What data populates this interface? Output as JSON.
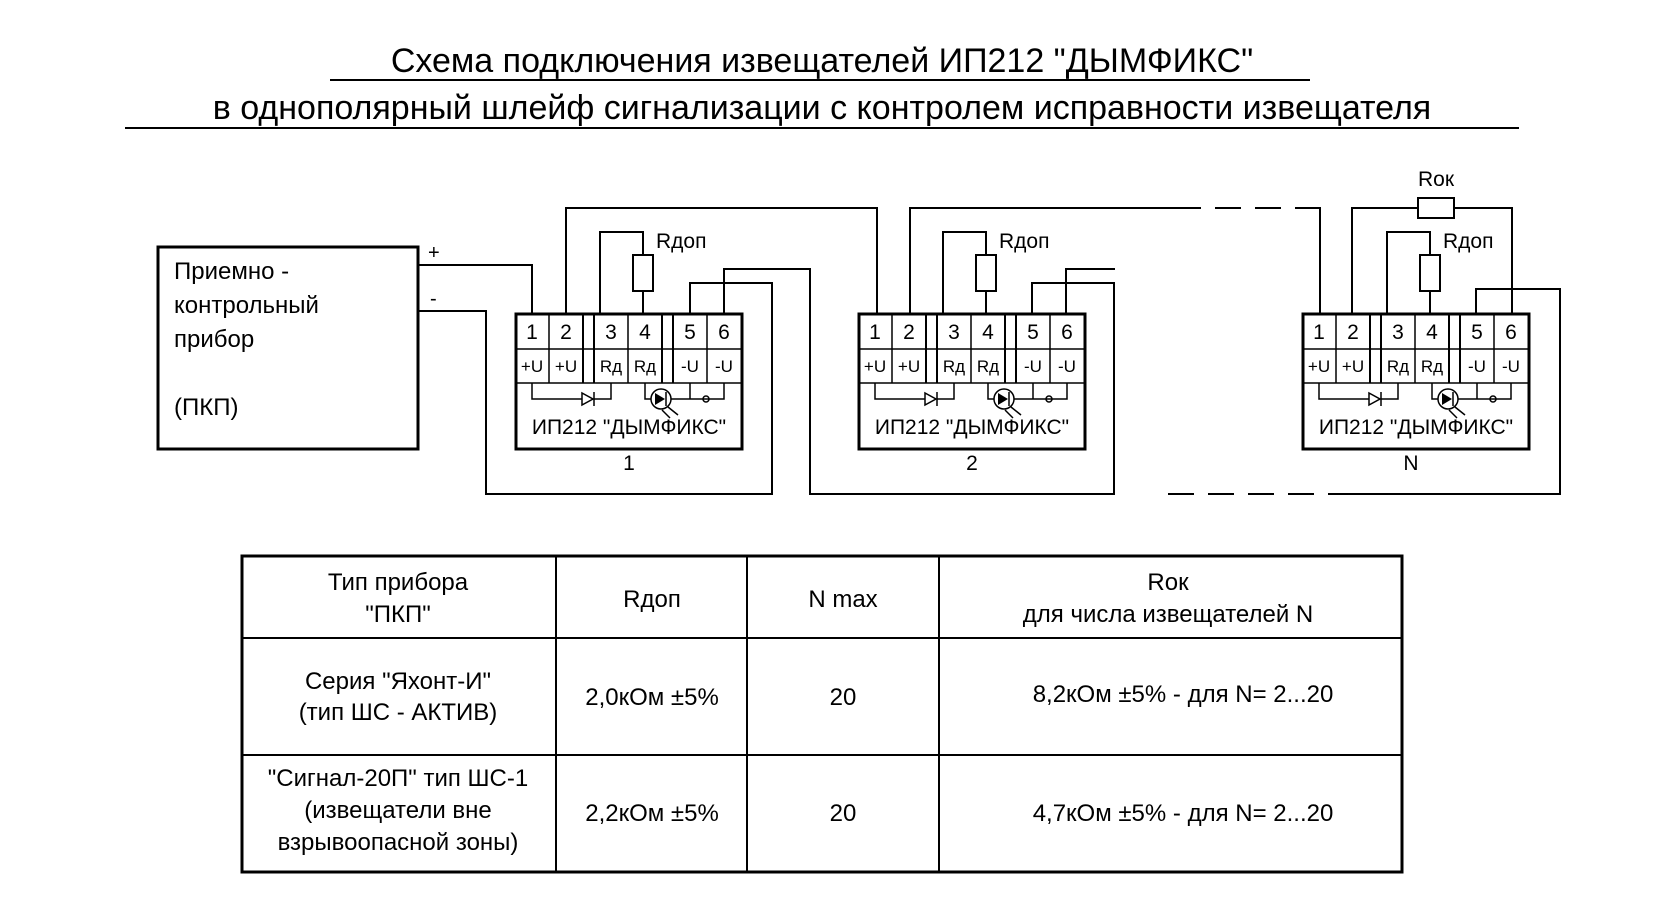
{
  "title": {
    "line1": "Схема подключения извещателей ИП212 \"ДЫМФИКС\"",
    "line2": "в однополярный шлейф сигнализации с контролем исправности извещателя"
  },
  "panel": {
    "lines": [
      "Приемно -",
      "контрольный",
      "прибор",
      "",
      "(ПКП)"
    ],
    "plus": "+",
    "minus": "-"
  },
  "detector": {
    "pins": [
      "1",
      "2",
      "3",
      "4",
      "5",
      "6"
    ],
    "signals": [
      "+U",
      "+U",
      "Rд",
      "Rд",
      "-U",
      "-U"
    ],
    "model": "ИП212 \"ДЫМФИКС\""
  },
  "detectors": [
    {
      "number": "1",
      "resistor_label": "Rдоп"
    },
    {
      "number": "2",
      "resistor_label": "Rдоп"
    },
    {
      "number": "N",
      "resistor_label": "Rдоп"
    }
  ],
  "end_resistor_label": "Rок",
  "table": {
    "headers": [
      [
        "Тип прибора",
        "\"ПКП\""
      ],
      [
        "Rдоп"
      ],
      [
        "N max"
      ],
      [
        "Rок",
        "для числа извещателей N"
      ]
    ],
    "rows": [
      [
        [
          "Серия \"Яхонт-И\"",
          "(тип ШС - АКТИВ)"
        ],
        [
          "2,0кОм ±5%"
        ],
        [
          "20"
        ],
        [
          "8,2кОм ±5% - для N=  2...20"
        ]
      ],
      [
        [
          "\"Сигнал-20П\" тип ШС-1",
          "(извещатели вне",
          "взрывоопасной зоны)"
        ],
        [
          "2,2кОм ±5%"
        ],
        [
          "20"
        ],
        [
          "4,7кОм ±5% - для N=  2...20"
        ]
      ]
    ]
  }
}
